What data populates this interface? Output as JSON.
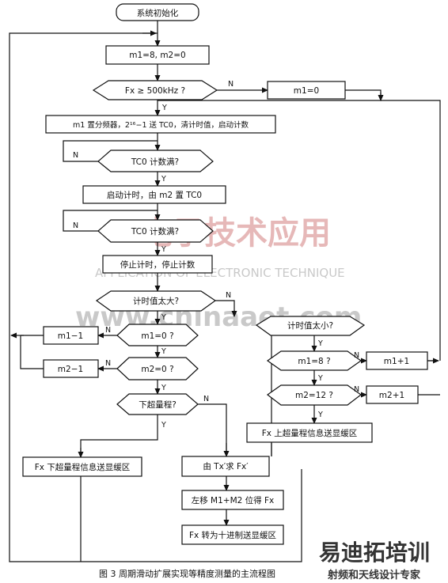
{
  "nodes": {
    "start": "系统初始化",
    "init_m": "m1=8, m2=0",
    "check_fx": "Fx ≥ 500kHz ?",
    "set_m1_zero": "m1=0",
    "set_divider": "m1 置分频器，2¹⁶−1 送 TC0，清计时值，启动计数",
    "tc0_full_1": "TC0 计数满?",
    "start_timer": "启动计时，由 m2 置 TC0",
    "tc0_full_2": "TC0 计数满?",
    "stop_all": "停止计时，停止计数",
    "timer_too_big": "计时值太大?",
    "m1_zero": "m1=0 ?",
    "m1_dec": "m1−1",
    "m2_zero": "m2=0 ?",
    "m2_dec": "m2−1",
    "under_range": "下超量程?",
    "under_msg": "Fx 下超量程信息送显缓区",
    "timer_too_small": "计时值太小?",
    "m1_eight": "m1=8 ?",
    "m1_inc": "m1+1",
    "m2_twelve": "m2=12 ?",
    "m2_inc": "m2+1",
    "over_msg": "Fx 上超量程信息送显缓区",
    "calc_fx": "由 Tx′求 Fx′",
    "shift_left": "左移 M1+M2 位得 Fx",
    "to_decimal": "Fx 转为十进制送显缓区"
  },
  "labels": {
    "yes": "Y",
    "no": "N"
  },
  "caption": "图 3  周期滑动扩展实现等精度测量的主流程图",
  "watermark": {
    "cn": "电子技术应用",
    "en": "APPLICATION OF ELECTRONIC TECHNIQUE",
    "url": "www.chinaaet.com",
    "brand": "易迪拓培训",
    "brand_sub": "射频和天线设计专家"
  }
}
